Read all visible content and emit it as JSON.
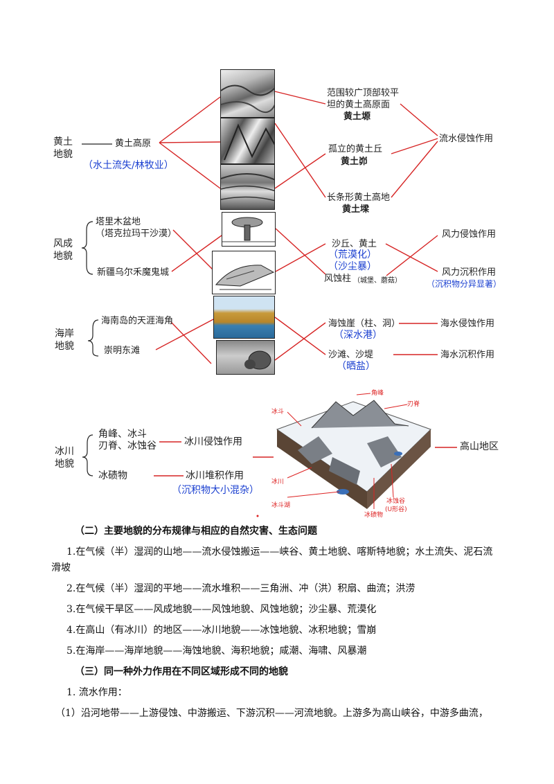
{
  "loess": {
    "group_label": "黄土地貌",
    "plateau": "黄土高原",
    "problem": "（水土流失/林牧业）",
    "yuan": "范围较广顶部较平坦的黄土高原面",
    "yuan_name": "黄土塬",
    "mao": "孤立的黄土丘",
    "mao_name": "黄土峁",
    "liang": "长条形黄土高地",
    "liang_name": "黄土墚",
    "process": "流水侵蚀作用"
  },
  "aeolian": {
    "group_label": "风成地貌",
    "tarim": "塔里木盆地",
    "taklimakan": "（塔克拉玛干沙漠）",
    "xinjiang": "新疆乌尔禾魔鬼城",
    "dunes": "沙丘、黄土",
    "desertification": "（荒漠化）",
    "sandstorm": "（沙尘暴）",
    "mushroom": "风蚀柱",
    "mushroom_note": "（城堡、蘑菇）",
    "erosion": "风力侵蚀作用",
    "deposition": "风力沉积作用",
    "sorting": "（沉积物分异显著）"
  },
  "coastal": {
    "group_label": "海岸地貌",
    "hainan": "海南岛的天涯海角",
    "chongming": "崇明东滩",
    "erosion_landform": "海蚀崖（柱、洞）",
    "harbor": "（深水港）",
    "deposition_landform": "沙滩、沙堤",
    "salt": "（晒盐）",
    "erosion": "海水侵蚀作用",
    "deposition": "海水沉积作用"
  },
  "glacial": {
    "group_label": "冰川地貌",
    "peaks": "角峰、冰斗",
    "aretes": "刃脊、冰蚀谷",
    "moraine": "冰碛物",
    "erosion": "冰川侵蚀作用",
    "deposition": "冰川堆积作用",
    "unsorted": "（沉积物大小混杂）",
    "region": "高山地区",
    "map_labels": {
      "horn": "角峰",
      "arete": "刃脊",
      "cirque": "冰斗",
      "glacier": "冰川",
      "cirque_lake": "冰斗湖",
      "moraine": "冰碛物",
      "u_valley_1": "冰蚀谷",
      "u_valley_2": "(U形谷)"
    }
  },
  "section2": {
    "heading": "（二）主要地貌的分布规律与相应的自然灾害、生态问题",
    "p1": "1.在气候（半）湿润的山地——流水侵蚀搬运——峡谷、黄土地貌、喀斯特地貌；水土流失、泥石流滑坡",
    "p2": "2.在气候（半）湿润的平地——流水堆积——三角洲、冲（洪）积扇、曲流；洪涝",
    "p3": "3.在气候干旱区——风成地貌——风蚀地貌、风蚀地貌；沙尘暴、荒漠化",
    "p4": "4.在高山（有冰川）的地区——冰川地貌——冰蚀地貌、冰积地貌；雪崩",
    "p5": "5.在海岸——海岸地貌——海蚀地貌、海积地貌；咸潮、海啸、风暴潮"
  },
  "section3": {
    "heading": "（三）同一种外力作用在不同区域形成不同的地貌",
    "p1": "1. 流水作用：",
    "p2": "（1）沿河地带——上游侵蚀、中游搬运、下游沉积——河流地貌。上游多为高山峡谷，中游多曲流，"
  }
}
